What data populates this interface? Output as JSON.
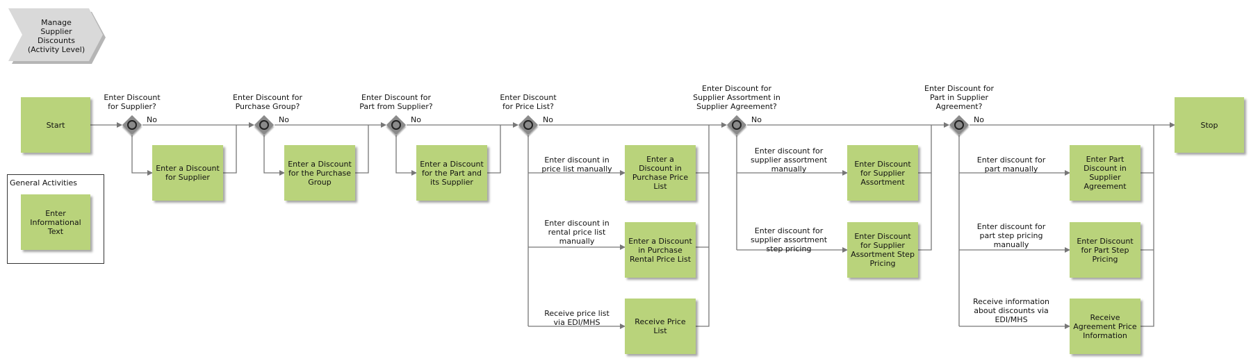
{
  "header": {
    "title": "Manage\nSupplier\nDiscounts\n(Activity Level)"
  },
  "legend": {
    "title": "General Activities",
    "activity": "Enter\nInformational\nText"
  },
  "nodes": {
    "start": "Start",
    "stop": "Stop",
    "supplier": "Enter a Discount\nfor Supplier",
    "purchase_group": "Enter a Discount\nfor the Purchase\nGroup",
    "part_supplier": "Enter a Discount\nfor the Part and\nits Supplier",
    "purchase_price_list": "Enter a\nDiscount in\nPurchase Price\nList",
    "rental_price_list": "Enter a Discount\nin Purchase\nRental Price List",
    "receive_price_list": "Receive Price\nList",
    "supplier_assortment": "Enter Discount\nfor Supplier\nAssortment",
    "assortment_step": "Enter Discount\nfor Supplier\nAssortment Step\nPricing",
    "part_agreement": "Enter Part\nDiscount in\nSupplier\nAgreement",
    "part_step": "Enter Discount\nfor Part Step\nPricing",
    "receive_agreement": "Receive\nAgreement Price\nInformation"
  },
  "gateways": {
    "g1": "Enter Discount\nfor Supplier?",
    "g2": "Enter Discount for\nPurchase Group?",
    "g3": "Enter Discount for\nPart from Supplier?",
    "g4": "Enter Discount\nfor Price List?",
    "g5": "Enter Discount for\nSupplier Assortment in\nSupplier Agreement?",
    "g6": "Enter Discount for\nPart in Supplier\nAgreement?"
  },
  "no_label": "No",
  "branches": {
    "pl_manual": "Enter discount in\nprice list manually",
    "rental_manual": "Enter discount in\nrental price list\nmanually",
    "pl_edi": "Receive price list\nvia EDI/MHS",
    "assort_manual": "Enter discount for\nsupplier assortment\nmanually",
    "assort_step": "Enter discount for\nsupplier assortment\nstep pricing",
    "part_manual": "Enter discount for\npart manually",
    "part_step": "Enter discount for\npart step pricing\nmanually",
    "part_edi": "Receive information\nabout discounts via\nEDI/MHS"
  },
  "colors": {
    "activity": "#b9d37b",
    "gateway": "#8a8a8a",
    "header": "#d9d9d9",
    "line": "#777777"
  }
}
